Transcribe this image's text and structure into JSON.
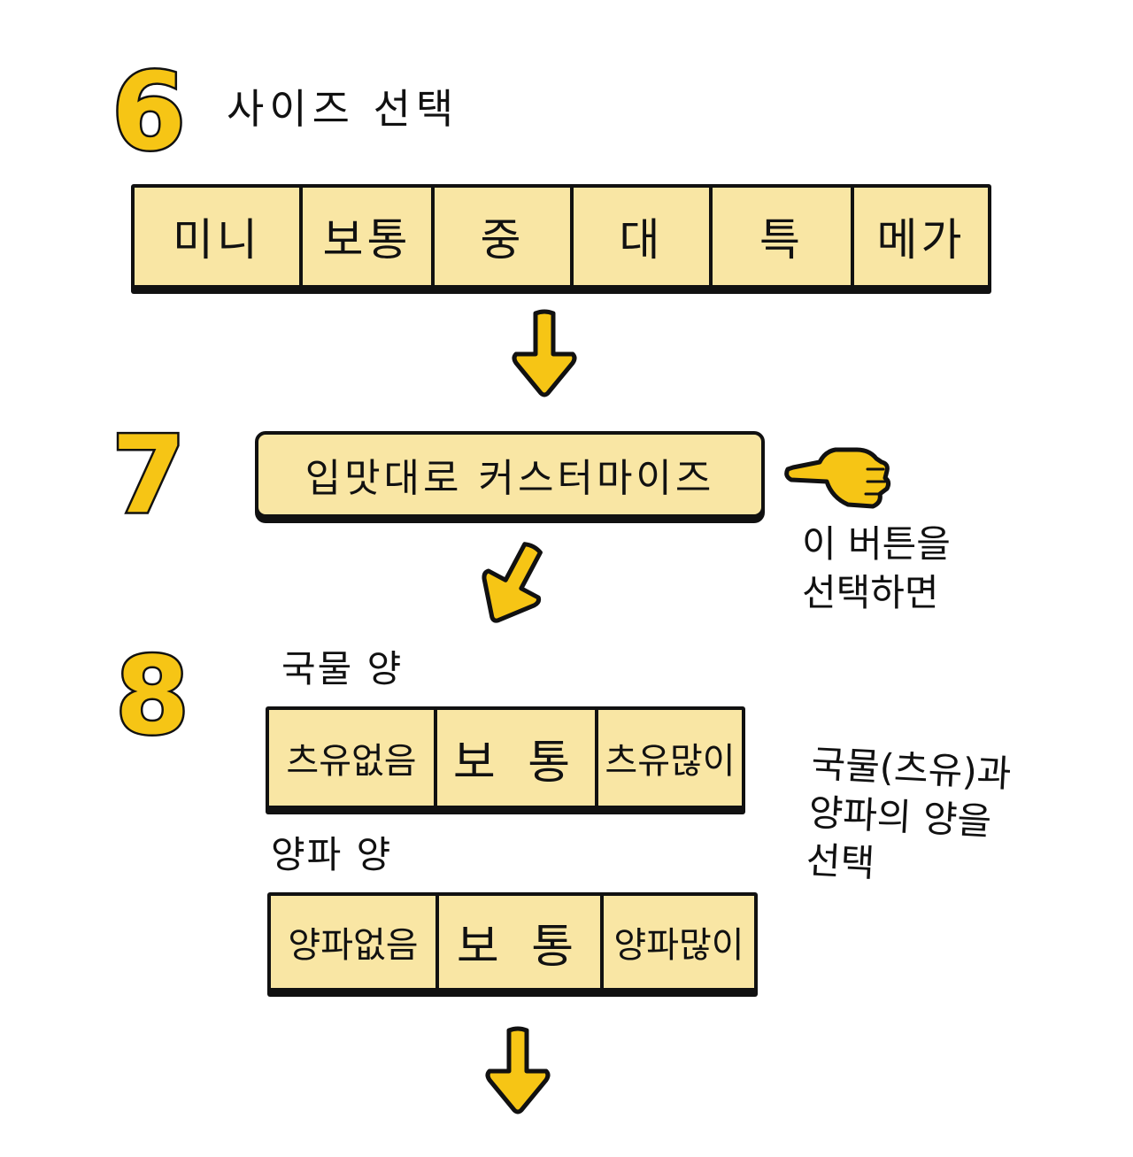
{
  "colors": {
    "accent": "#F6C515",
    "box_fill": "#F9E6A4",
    "outline": "#111111",
    "background": "#ffffff"
  },
  "steps": [
    {
      "number": "6",
      "title": "사이즈 선택",
      "options": [
        "미니",
        "보통",
        "중",
        "대",
        "특",
        "메가"
      ]
    },
    {
      "number": "7",
      "button_label": "입맛대로 커스터마이즈",
      "note": "이 버튼을\n선택하면",
      "pointer_icon": "pointing-hand-icon"
    },
    {
      "number": "8",
      "groups": [
        {
          "label": "국물 양",
          "options": [
            "츠유없음",
            "보 통",
            "츠유많이"
          ]
        },
        {
          "label": "양파 양",
          "options": [
            "양파없음",
            "보 통",
            "양파많이"
          ]
        }
      ],
      "note": "국물(츠유)과\n양파의 양을\n선택"
    }
  ],
  "arrow_icon": "arrow-down-icon"
}
